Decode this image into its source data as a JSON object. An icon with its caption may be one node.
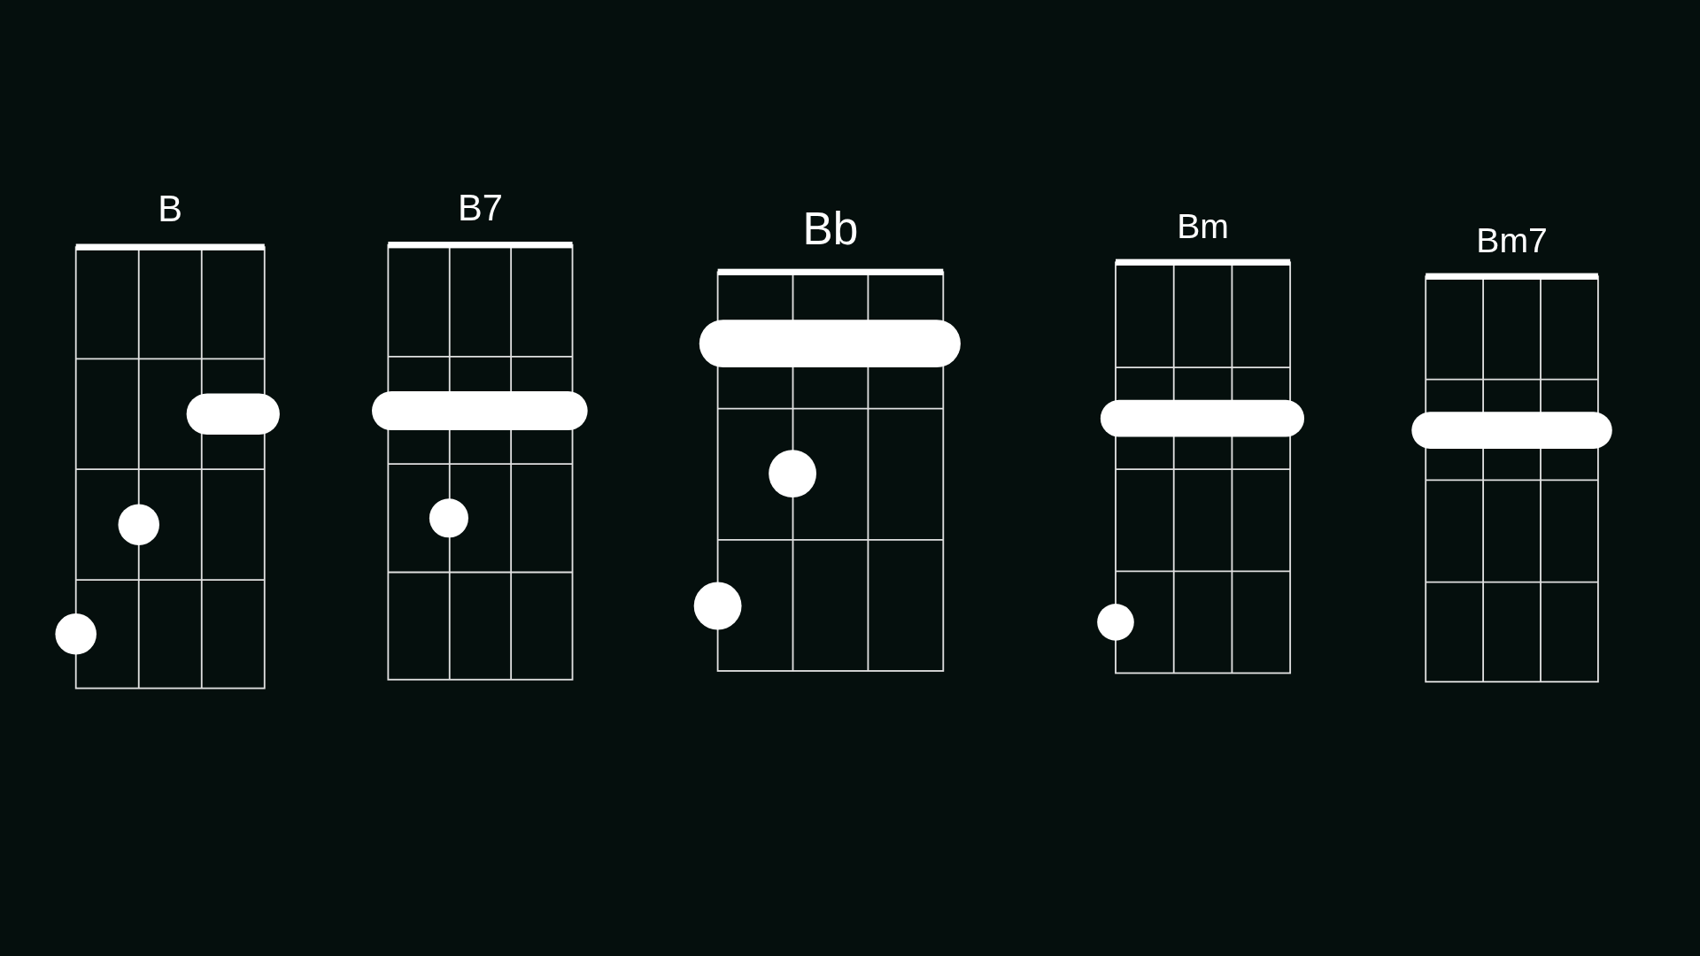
{
  "diagram": {
    "labels": [
      "B",
      "B7",
      "Bb",
      "Bm",
      "Bm7"
    ]
  }
}
